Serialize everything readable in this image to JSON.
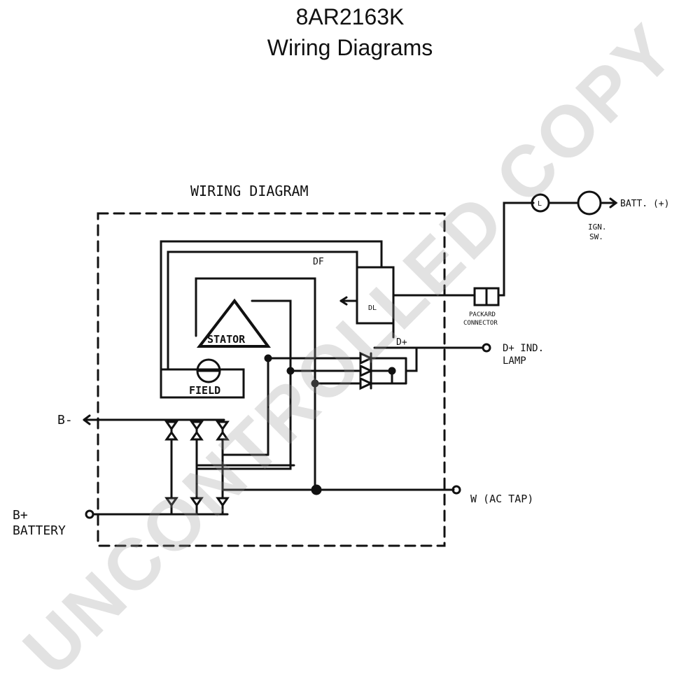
{
  "header": {
    "part_number": "8AR2163K",
    "title": "Wiring Diagrams"
  },
  "diagram": {
    "heading": "WIRING DIAGRAM",
    "labels": {
      "df": "DF",
      "stator": "STATOR",
      "field": "FIELD",
      "d_plus": "D+",
      "regulator_mark": "DL",
      "packard_line1": "PACKARD",
      "packard_line2": "CONNECTOR",
      "batt_plus": "BATT. (+)",
      "ign_line1": "IGN.",
      "ign_line2": "SW.",
      "lamp_circle": "L",
      "d_plus_ind_line1": "D+ IND.",
      "d_plus_ind_line2": "LAMP",
      "b_minus": "B-",
      "b_plus_line1": "B+",
      "b_plus_line2": "BATTERY",
      "w_ac_tap": "W (AC TAP)"
    }
  },
  "watermark": {
    "text": "UNCONTROLLED COPY",
    "color": "#969696"
  }
}
